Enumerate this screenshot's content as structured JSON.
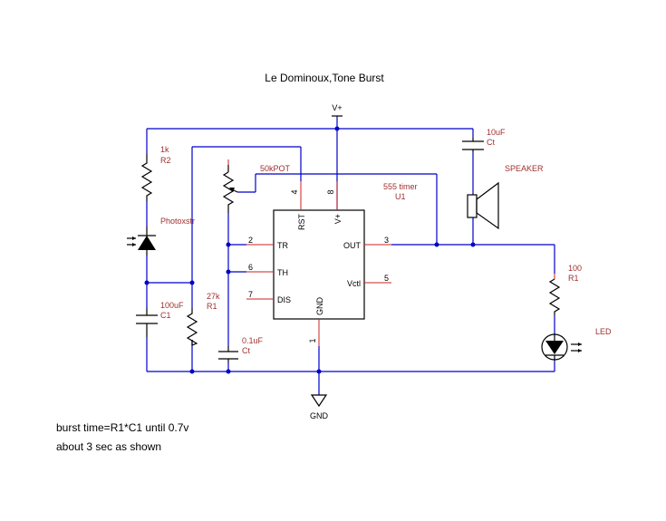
{
  "title": "Le Dominoux,Tone Burst",
  "notes": [
    "burst time=R1*C1 until 0.7v",
    "about 3 sec as shown"
  ],
  "power": {
    "vplus": "V+",
    "gnd": "GND"
  },
  "ic": {
    "name": "555 timer",
    "ref": "U1",
    "pins": {
      "tr": "TR",
      "th": "TH",
      "dis": "DIS",
      "out": "OUT",
      "vctl": "Vctl",
      "rst": "RST",
      "vplus": "V+",
      "gnd": "GND"
    },
    "pin_numbers": {
      "tr": "2",
      "th": "6",
      "dis": "7",
      "out": "3",
      "vctl": "5",
      "rst": "4",
      "vplus": "8",
      "gnd": "1"
    }
  },
  "components": {
    "r2": {
      "value": "1k",
      "ref": "R2"
    },
    "photo": {
      "value": "Photoxstr"
    },
    "c1": {
      "value": "100uF",
      "ref": "C1"
    },
    "r1": {
      "value": "27k",
      "ref": "R1"
    },
    "pot": {
      "value": "50kPOT"
    },
    "ct": {
      "value": "0.1uF",
      "ref": "Ct"
    },
    "cs": {
      "value": "10uF",
      "ref": "Ct"
    },
    "speaker": {
      "value": "SPEAKER"
    },
    "rled": {
      "value": "100",
      "ref": "R1"
    },
    "led": {
      "value": "LED"
    }
  },
  "colors": {
    "wire": "#0000cc",
    "label": "#a03030",
    "pin": "#cc2222"
  }
}
